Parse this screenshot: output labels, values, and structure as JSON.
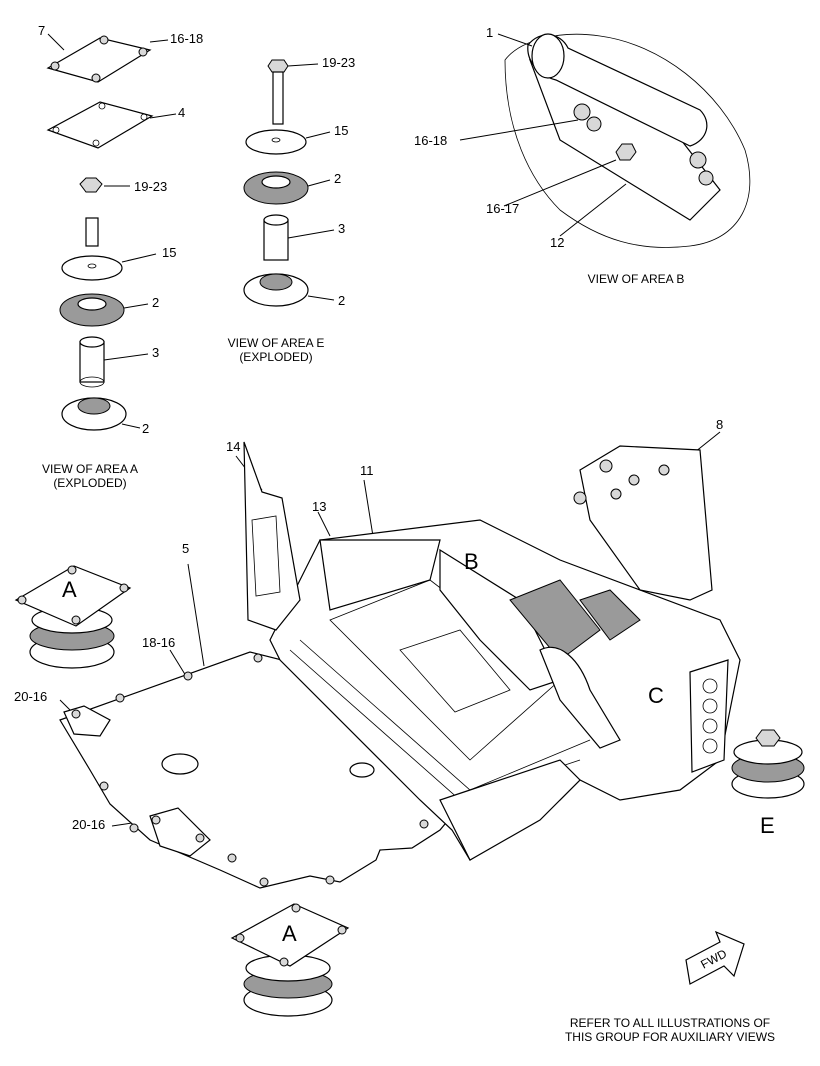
{
  "callouts": {
    "c7": "7",
    "c16_18_top": "16-18",
    "c4": "4",
    "c19_23_a": "19-23",
    "c15_a": "15",
    "c2_a1": "2",
    "c3_a": "3",
    "c2_a2": "2",
    "c19_23_e": "19-23",
    "c15_e": "15",
    "c2_e1": "2",
    "c3_e": "3",
    "c2_e2": "2",
    "c1": "1",
    "c16_18_b": "16-18",
    "c16_17": "16-17",
    "c12": "12",
    "c8": "8",
    "c14": "14",
    "c11": "11",
    "c13": "13",
    "c5": "5",
    "c18_16": "18-16",
    "c20_16_a": "20-16",
    "c20_16_b": "20-16"
  },
  "captions": {
    "area_a_line1": "VIEW OF AREA  A",
    "area_a_line2": "(EXPLODED)",
    "area_e_line1": "VIEW OF AREA  E",
    "area_e_line2": "(EXPLODED)",
    "area_b": "VIEW OF AREA  B"
  },
  "area_letters": {
    "a_left": "A",
    "a_bottom": "A",
    "b": "B",
    "c": "C",
    "e": "E"
  },
  "fwd_label": "FWD",
  "footer": {
    "line1": "REFER TO ALL ILLUSTRATIONS OF",
    "line2": "THIS GROUP FOR AUXILIARY VIEWS"
  }
}
